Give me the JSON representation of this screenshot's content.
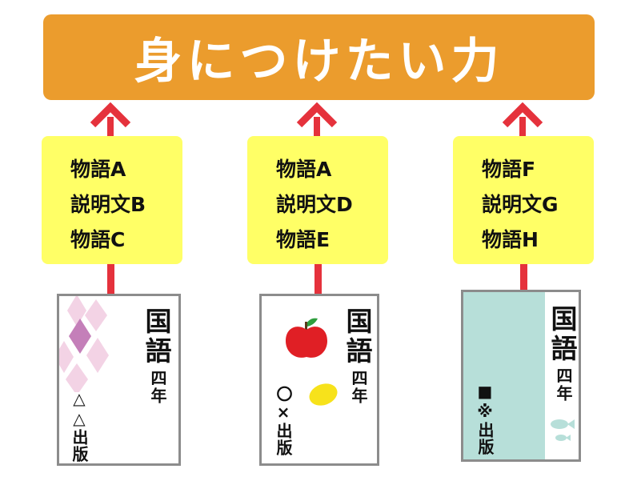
{
  "banner": {
    "title": "身につけたい力"
  },
  "columns": [
    {
      "lines": [
        "物語A",
        "説明文B",
        "物語C"
      ],
      "book": {
        "title": "国語",
        "grade": "四年",
        "publisher": "△△出版"
      }
    },
    {
      "lines": [
        "物語A",
        "説明文D",
        "物語E"
      ],
      "book": {
        "title": "国語",
        "grade": "四年",
        "publisher": "〇×出版"
      }
    },
    {
      "lines": [
        "物語F",
        "説明文G",
        "物語H"
      ],
      "book": {
        "title": "国語",
        "grade": "四年",
        "publisher": "■※出版"
      }
    }
  ],
  "colors": {
    "banner": "#EB9C2D",
    "box": "#FFFF66",
    "arrow": "#E5323C",
    "book3_cover": "#B7DFD9"
  }
}
